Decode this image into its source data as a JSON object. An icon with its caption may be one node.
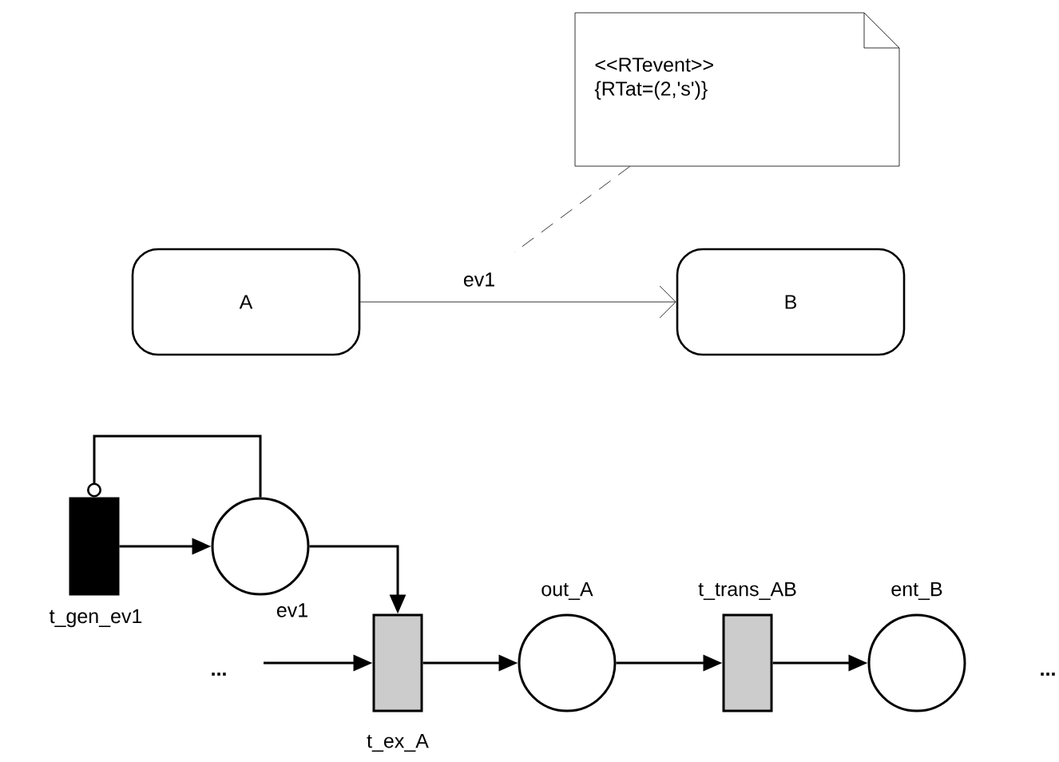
{
  "diagram": {
    "nodes": [
      {
        "text": [
          "<<RTevent>>",
          "{RTat=(2,'s')}"
        ]
      },
      {
        "text": [
          "A"
        ]
      },
      {
        "text": [
          "B"
        ]
      },
      {
        "text": [],
        "shape": "bar",
        "beside": [
          "t_gen_ev1"
        ]
      },
      {
        "text": [],
        "shape": "circle",
        "beside": [
          "ev1"
        ]
      },
      {
        "text": [],
        "shape": "bar",
        "beside": [
          "t_ex_A"
        ]
      },
      {
        "text": [],
        "shape": "circle",
        "beside": [
          "out_A"
        ]
      },
      {
        "text": [],
        "shape": "bar",
        "beside": [
          "t_trans_AB"
        ]
      },
      {
        "text": [],
        "shape": "circle",
        "beside": [
          "ent_B"
        ]
      }
    ],
    "edges": [
      {
        "from": 1,
        "to": 2,
        "arrow": "to",
        "label": "ev1"
      },
      {
        "from": 0,
        "to": null,
        "arrow": "none",
        "style": "dashed"
      },
      {
        "from": 3,
        "to": 4,
        "arrow": "to"
      },
      {
        "from": 4,
        "to": 3,
        "arrow": "other"
      },
      {
        "from": 4,
        "to": 5,
        "arrow": "to"
      },
      {
        "from": null,
        "to": 5,
        "arrow": "to"
      },
      {
        "from": 5,
        "to": 6,
        "arrow": "to"
      },
      {
        "from": 6,
        "to": 7,
        "arrow": "to"
      },
      {
        "from": 7,
        "to": 8,
        "arrow": "to"
      }
    ],
    "labels": [
      "...",
      "..."
    ]
  }
}
